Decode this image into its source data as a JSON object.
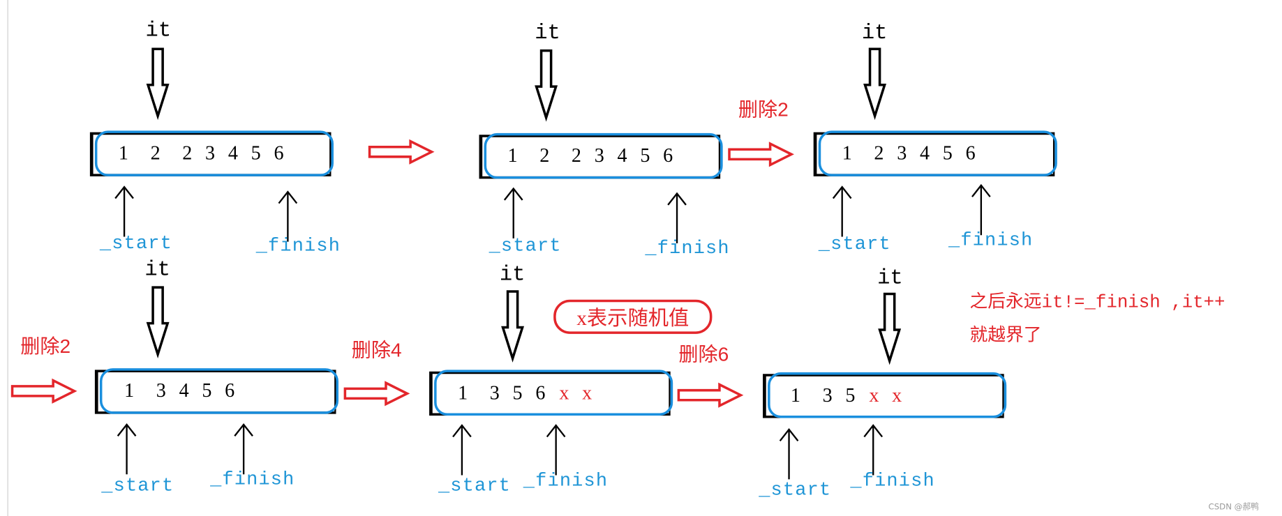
{
  "diagram": {
    "panels": [
      {
        "it": "it",
        "cells": "1  2  2 3 4 5 6",
        "start": "_start",
        "finish": "_finish"
      },
      {
        "it": "it",
        "cells": "1  2  2 3 4 5 6",
        "start": "_start",
        "finish": "_finish"
      },
      {
        "it": "it",
        "cells": "1  2 3 4 5 6",
        "start": "_start",
        "finish": "_finish"
      },
      {
        "it": "it",
        "cells": "1  3 4 5 6",
        "start": "_start",
        "finish": "_finish"
      },
      {
        "it": "it",
        "cells": "1  3 5 6",
        "garbage": "x x",
        "start": "_start",
        "finish": "_finish"
      },
      {
        "it": "it",
        "cells": "1  3 5",
        "garbage": "x x",
        "start": "_start",
        "finish": "_finish"
      }
    ],
    "transition_labels": [
      "删除2",
      "删除2",
      "删除4",
      "删除6"
    ],
    "note": "x表示随机值",
    "conclusion": {
      "line1": "之后永远it!=_finish ,it++",
      "line2": "就越界了"
    },
    "watermark": "CSDN @郝鸭",
    "icons": {
      "iterator_pointer": "hollow-down-arrow-icon",
      "position_pointer": "up-arrow-icon",
      "transition": "hollow-right-arrow-icon"
    },
    "colors": {
      "red": "#e3262b",
      "box_outline_blue": "#1a8fde",
      "label_blue": "#1f95d6",
      "box_border": "#000000"
    }
  }
}
